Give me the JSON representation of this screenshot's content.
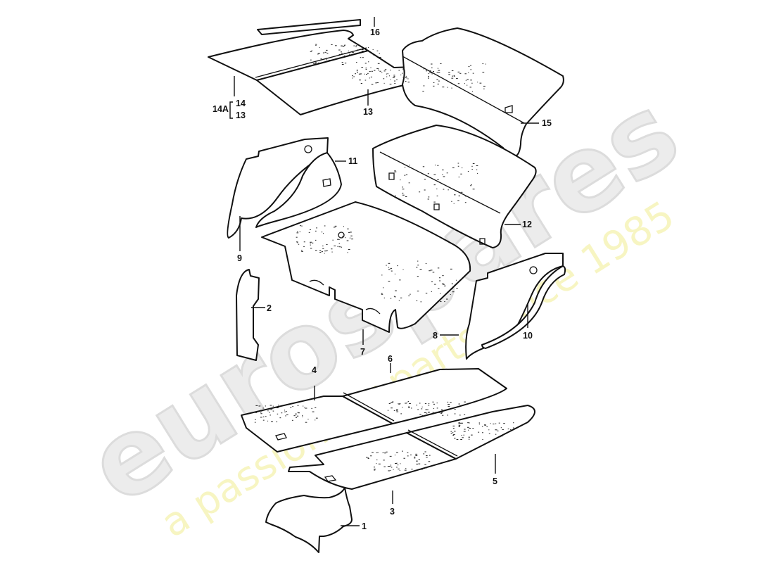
{
  "watermark": {
    "brand": "eurospares",
    "tagline": "a passion for parts since 1985",
    "brand_color": "#e6e6e6",
    "tagline_color": "#f7f5c2"
  },
  "diagram": {
    "subject": "luggage compartment trim / insulation parts (exploded view)",
    "callouts": [
      {
        "id": "1",
        "label": "1"
      },
      {
        "id": "2",
        "label": "2"
      },
      {
        "id": "3",
        "label": "3"
      },
      {
        "id": "4",
        "label": "4"
      },
      {
        "id": "5",
        "label": "5"
      },
      {
        "id": "6",
        "label": "6"
      },
      {
        "id": "7",
        "label": "7"
      },
      {
        "id": "8",
        "label": "8"
      },
      {
        "id": "9",
        "label": "9"
      },
      {
        "id": "10",
        "label": "10"
      },
      {
        "id": "11",
        "label": "11"
      },
      {
        "id": "12",
        "label": "12"
      },
      {
        "id": "13",
        "label": "13"
      },
      {
        "id": "15",
        "label": "15"
      },
      {
        "id": "16",
        "label": "16"
      }
    ],
    "kit": {
      "label": "14A",
      "members": [
        "14",
        "13"
      ]
    }
  }
}
